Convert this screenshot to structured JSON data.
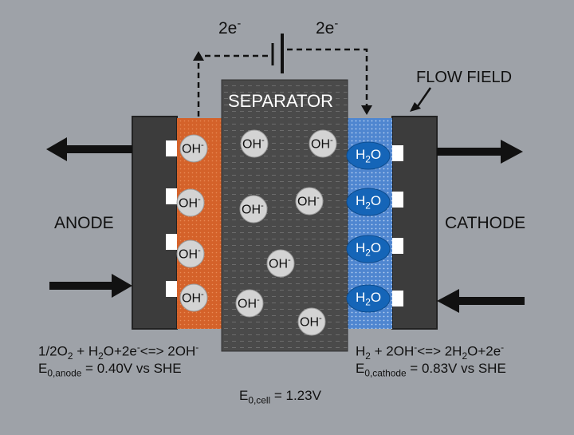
{
  "electron_left": "2e",
  "electron_right": "2e",
  "electron_sup": "-",
  "separator_label": "SEPARATOR",
  "flow_field_label": "FLOW FIELD",
  "anode_label": "ANODE",
  "cathode_label": "CATHODE",
  "ion_oh": "OH",
  "ion_oh_sup": "-",
  "ion_h2o_h": "H",
  "ion_h2o_sub": "2",
  "ion_h2o_o": "O",
  "anode_reaction": {
    "p1": "1/2O",
    "s1": "2",
    "p2": " + H",
    "s2": "2",
    "p3": "O+2e",
    "sup1": "-",
    "p4": "<=> 2OH",
    "sup2": "-"
  },
  "anode_potential": {
    "p1": "E",
    "sub": "0,anode",
    "p2": " = 0.40V vs SHE"
  },
  "cathode_reaction": {
    "p1": "H",
    "s1": "2",
    "p2": " + 2OH",
    "sup1": "-",
    "p3": "<=> 2H",
    "s2": "2",
    "p4": "O+2e",
    "sup2": "-"
  },
  "cathode_potential": {
    "p1": "E",
    "sub": "0,cathode",
    "p2": " = 0.83V vs SHE"
  },
  "cell_potential": {
    "p1": "E",
    "sub": "0,cell",
    "p2": " = 1.23V"
  },
  "colors": {
    "background": "#9ea2a8",
    "flow_plate": "#3c3c3c",
    "anode_layer": "#d4622a",
    "cathode_layer": "#5b8fd6",
    "separator": "#4d4d4d",
    "oh_ion": "#d3d3d3",
    "h2o_ion": "#1565b8"
  }
}
